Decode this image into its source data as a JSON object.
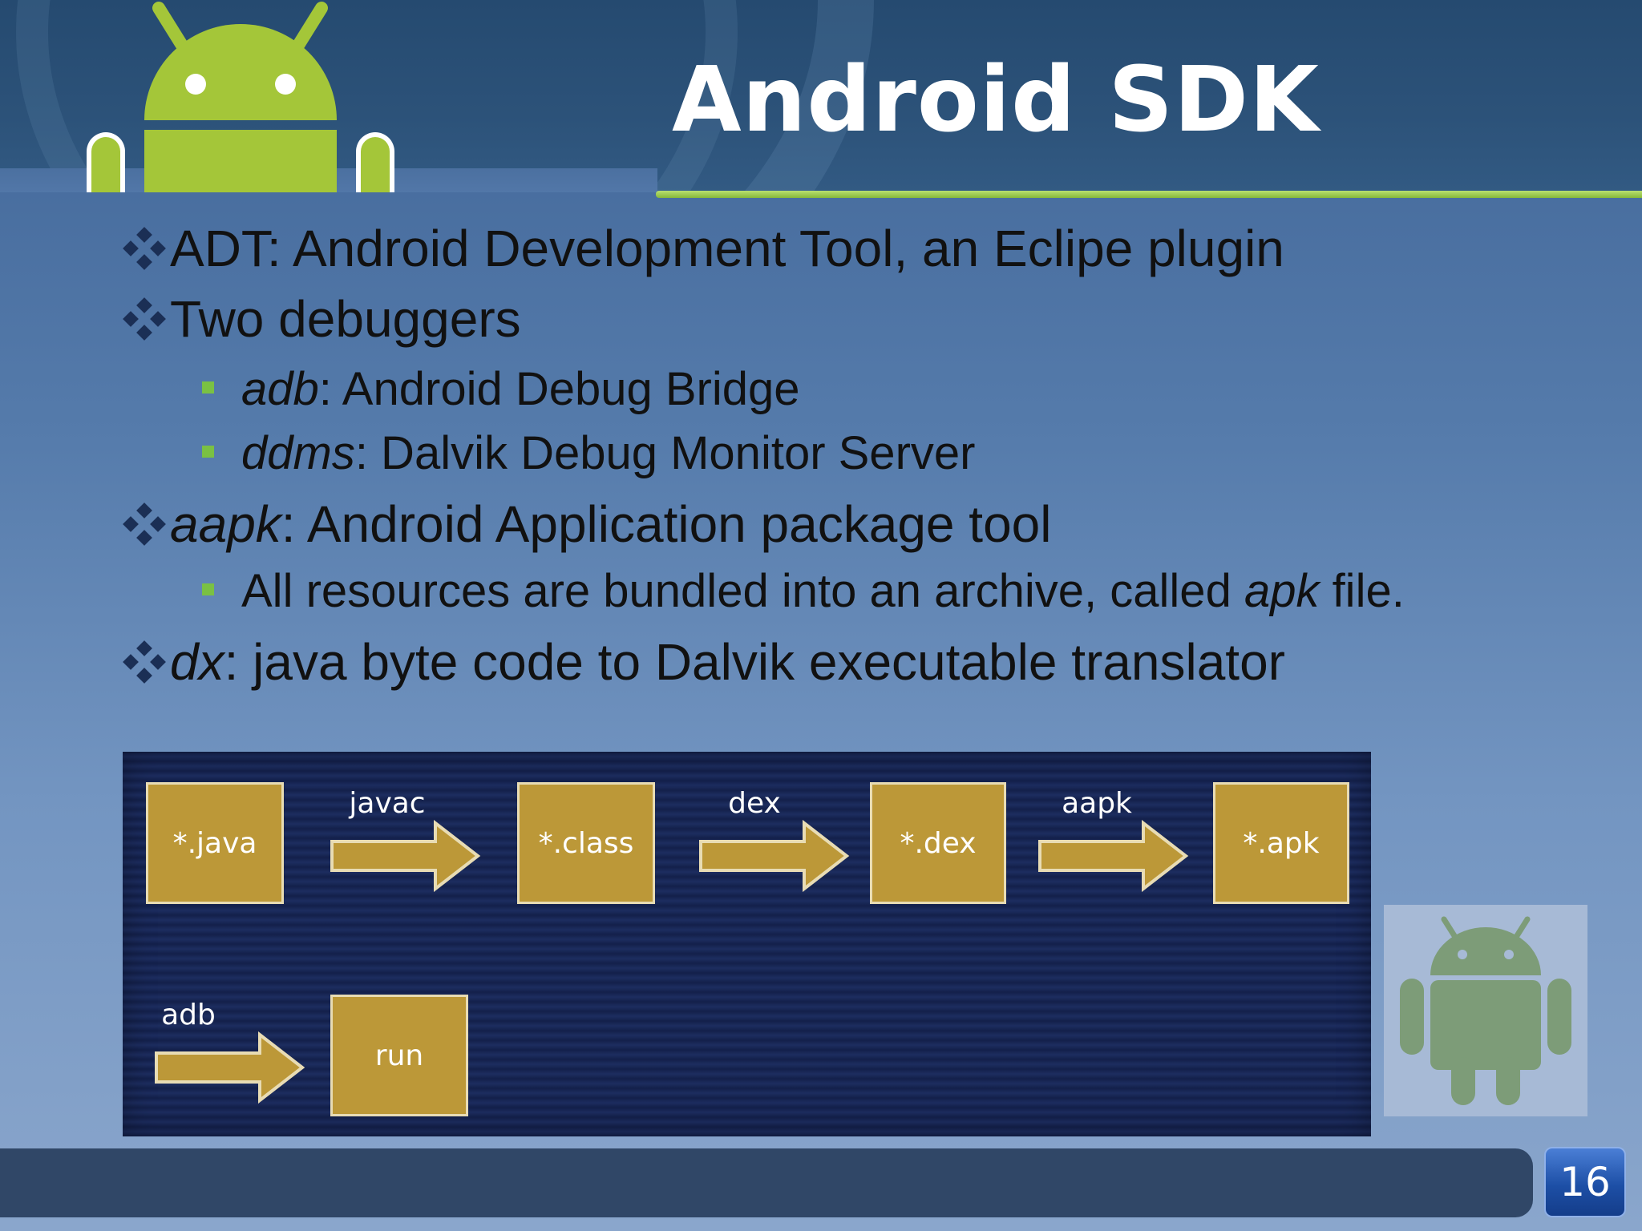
{
  "slide": {
    "title": "Android SDK",
    "page_number": "16"
  },
  "bullets": [
    {
      "level": 1,
      "italic": "",
      "text": "ADT: Android Development Tool, an Eclipe plugin"
    },
    {
      "level": 1,
      "italic": "",
      "text": "Two debuggers"
    },
    {
      "level": 2,
      "italic": "adb",
      "text": ": Android Debug Bridge"
    },
    {
      "level": 2,
      "italic": "ddms",
      "text": ": Dalvik Debug Monitor Server"
    },
    {
      "level": 1,
      "italic": "aapk",
      "text": ": Android Application package tool"
    },
    {
      "level": 2,
      "italic": "",
      "text": "All resources are bundled into an archive, called ",
      "italic2": "apk",
      "text2": " file."
    },
    {
      "level": 1,
      "italic": "dx",
      "text": ": java byte code to Dalvik executable translator"
    }
  ],
  "flow": {
    "boxes": [
      "*.java",
      "*.class",
      "*.dex",
      "*.apk",
      "run"
    ],
    "arrows": [
      "javac",
      "dex",
      "aapk",
      "adb"
    ]
  },
  "colors": {
    "android_green": "#a4c639",
    "box_gold": "#bc9838",
    "title_underline": "#9ccc4a",
    "bullet_square": "#7ac143"
  },
  "icons": [
    "android-robot-logo",
    "diamond-bullet",
    "square-bullet",
    "right-arrow"
  ]
}
